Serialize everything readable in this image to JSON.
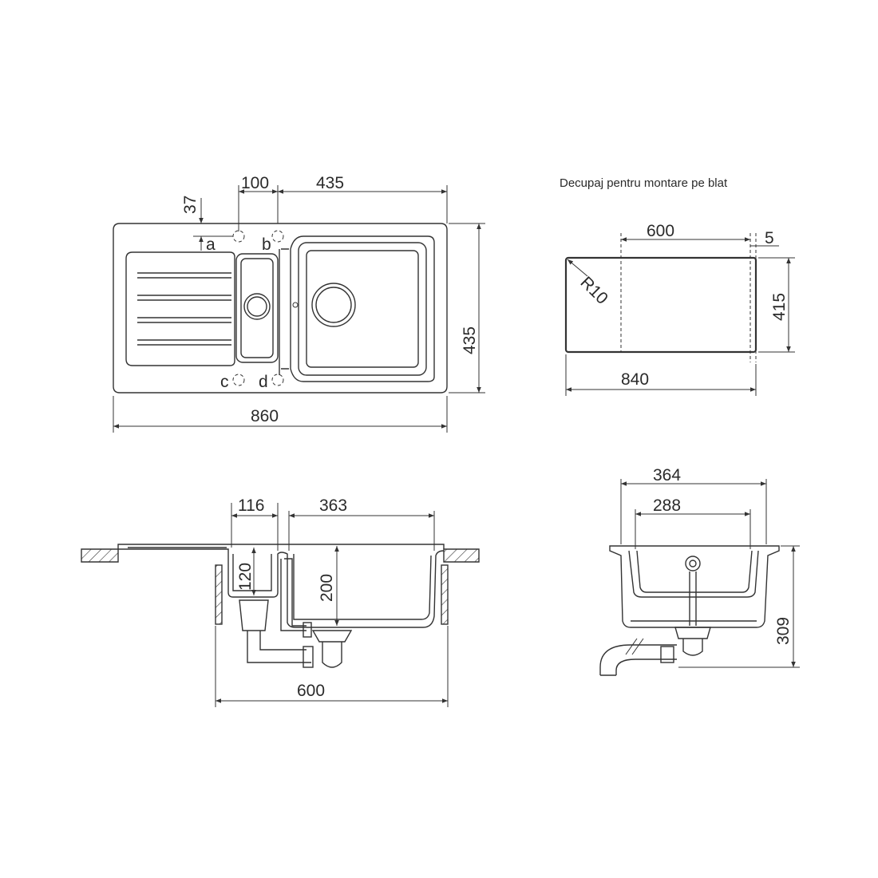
{
  "caption": "Decupaj pentru montare pe blat",
  "top_view": {
    "dims": {
      "d100": "100",
      "d435_top": "435",
      "d37": "37",
      "d435_side": "435",
      "d860": "860"
    },
    "holes": {
      "a": "a",
      "b": "b",
      "c": "c",
      "d": "d"
    }
  },
  "cutout": {
    "dims": {
      "d600": "600",
      "d5": "5",
      "d415": "415",
      "d840": "840",
      "radius": "R10"
    }
  },
  "section_long": {
    "dims": {
      "d116": "116",
      "d363": "363",
      "d120": "120",
      "d200": "200",
      "d600": "600"
    }
  },
  "section_short": {
    "dims": {
      "d364": "364",
      "d288": "288",
      "d309": "309"
    }
  }
}
